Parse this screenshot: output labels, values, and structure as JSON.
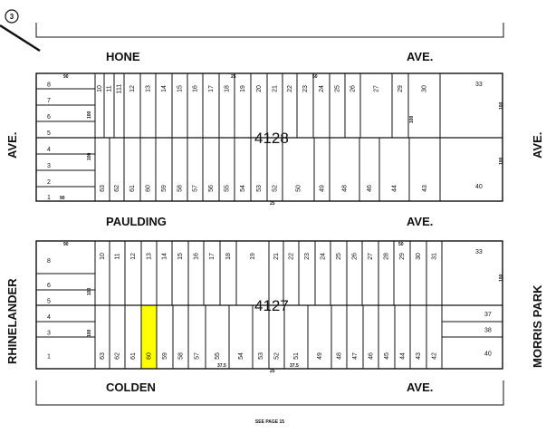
{
  "section_marker": "3",
  "streets": {
    "hone": "HONE",
    "hone_ave": "AVE.",
    "paulding": "PAULDING",
    "paulding_ave": "AVE.",
    "colden": "COLDEN",
    "colden_ave": "AVE.",
    "rhinelander": "RHINELANDER",
    "left_ave": "AVE.",
    "right_ave": "AVE.",
    "morris_park": "MORRIS PARK"
  },
  "footer_note": "SEE PAGE 15",
  "highlight_color": "#ffff00",
  "blocks": [
    {
      "number": "4128",
      "left_lots": [
        "8",
        "7",
        "6",
        "5",
        "4",
        "3",
        "2",
        "1"
      ],
      "top_lots": [
        "10",
        "11",
        "111",
        "12",
        "13",
        "14",
        "15",
        "16",
        "17",
        "18",
        "19",
        "20",
        "21",
        "22",
        "23",
        "24",
        "25",
        "26",
        "27",
        "29",
        "30",
        "33"
      ],
      "bottom_lots": [
        "63",
        "62",
        "61",
        "60",
        "59",
        "58",
        "57",
        "56",
        "55",
        "54",
        "53",
        "52",
        "50",
        "49",
        "48",
        "46",
        "44",
        "43",
        "40"
      ],
      "dimensions": [
        "90",
        "90",
        "100",
        "100",
        "100",
        "100",
        "50",
        "25",
        "100",
        "25"
      ]
    },
    {
      "number": "4127",
      "left_lots": [
        "8",
        "6",
        "5",
        "4",
        "3",
        "1"
      ],
      "top_lots": [
        "10",
        "11",
        "12",
        "13",
        "14",
        "15",
        "16",
        "17",
        "18",
        "19",
        "21",
        "22",
        "23",
        "24",
        "25",
        "26",
        "27",
        "28",
        "29",
        "30",
        "31",
        "33"
      ],
      "bottom_lots": [
        "63",
        "62",
        "61",
        "60",
        "59",
        "58",
        "57",
        "55",
        "54",
        "53",
        "52",
        "51",
        "49",
        "48",
        "47",
        "46",
        "45",
        "44",
        "43",
        "42"
      ],
      "right_lots": [
        "37",
        "38",
        "40"
      ],
      "highlighted_lot": "60",
      "dimensions": [
        "90",
        "50",
        "100",
        "100",
        "100",
        "37.5",
        "37.5",
        "25"
      ]
    }
  ]
}
